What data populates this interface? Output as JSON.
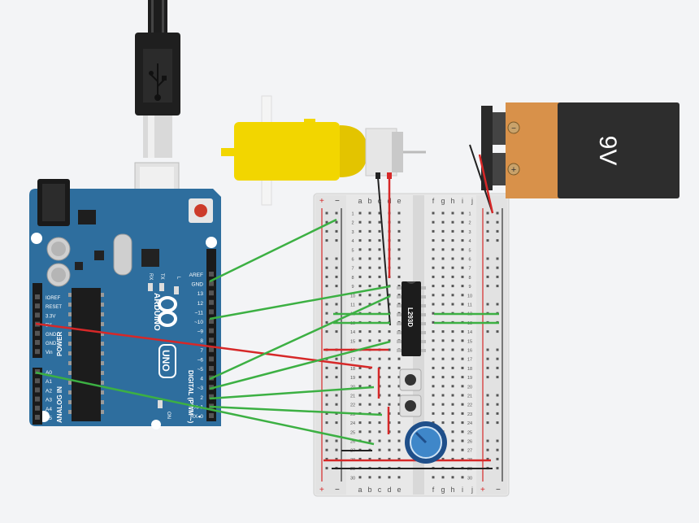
{
  "arduino": {
    "logo_text": "ARDUINO",
    "model_text": "UNO",
    "digital_header_text": "DIGITAL (PWM ~)",
    "power_header_text": "POWER",
    "analog_header_text": "ANALOG IN",
    "on_label": "ON",
    "tx_label": "TX",
    "rx_label": "RX",
    "l_label": "L",
    "digital_pins": [
      "AREF",
      "GND",
      "13",
      "12",
      "~11",
      "~10",
      "~9",
      "8",
      "7",
      "~6",
      "~5",
      "4",
      "~3",
      "2",
      "TX▸1",
      "RX◂0"
    ],
    "power_pins": [
      "IOREF",
      "RESET",
      "3.3V",
      "5V",
      "GND",
      "GND",
      "Vin"
    ],
    "analog_pins": [
      "A0",
      "A1",
      "A2",
      "A3",
      "A4",
      "A5"
    ]
  },
  "breadboard": {
    "columns_left": [
      "a",
      "b",
      "c",
      "d",
      "e"
    ],
    "columns_right": [
      "f",
      "g",
      "h",
      "i",
      "j"
    ],
    "rows": [
      "1",
      "2",
      "3",
      "4",
      "5",
      "6",
      "7",
      "8",
      "9",
      "10",
      "11",
      "12",
      "13",
      "14",
      "15",
      "16",
      "17",
      "18",
      "19",
      "20",
      "21",
      "22",
      "23",
      "24",
      "25",
      "26",
      "27",
      "28",
      "29",
      "30"
    ],
    "plus_label": "+",
    "minus_label": "−"
  },
  "chip": {
    "label": "L293D"
  },
  "battery": {
    "label": "9V",
    "minus_label": "−",
    "plus_label": "+"
  },
  "colors": {
    "board_blue": "#2e6e9e",
    "wire_green": "#3cb043",
    "wire_red": "#d62828",
    "wire_black": "#222222",
    "motor_yellow": "#f2d600",
    "battery_orange": "#d8914a",
    "battery_dark": "#2d2d2d"
  }
}
